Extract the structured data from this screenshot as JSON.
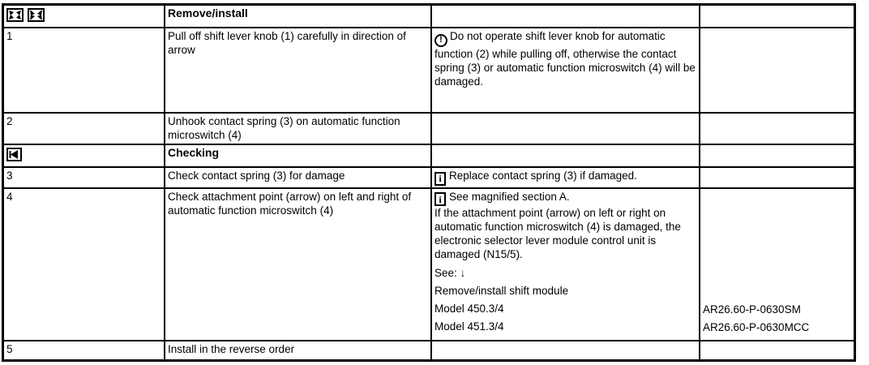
{
  "table": {
    "rows": [
      {
        "type": "section",
        "title": "Remove/install",
        "icons": [
          "remove-icon",
          "install-icon"
        ]
      },
      {
        "type": "step",
        "step": "1",
        "instruction": "Pull off shift lever knob (1) carefully in direction of arrow",
        "note_icon": "danger-icon",
        "note": "Do not operate shift lever knob for automatic function (2) while pulling off, otherwise the contact spring (3) or automatic function microswitch (4) will be damaged.",
        "ref": ""
      },
      {
        "type": "step",
        "step": "2",
        "instruction": "Unhook contact spring (3) on automatic function microswitch (4)",
        "note": "",
        "ref": ""
      },
      {
        "type": "section",
        "title": "Checking",
        "icons": [
          "checking-icon"
        ]
      },
      {
        "type": "step",
        "step": "3",
        "instruction": "Check contact spring (3) for damage",
        "note_icon": "info-icon",
        "note": "Replace contact spring (3) if damaged.",
        "ref": ""
      },
      {
        "type": "step",
        "step": "4",
        "instruction": "Check attachment point (arrow) on left and right of automatic function microswitch (4)",
        "note_icon": "info-icon",
        "note_intro": "See magnified section A.",
        "note_body": "If the attachment point (arrow) on left or right on automatic function microswitch (4) is damaged, the electronic selector lever module control unit is damaged (N15/5).",
        "see_label": "See:",
        "see_arrow": "↓",
        "link_title": "Remove/install shift module",
        "models": [
          {
            "label": "Model 450.3/4",
            "ref": "AR26.60-P-0630SM"
          },
          {
            "label": "Model 451.3/4",
            "ref": "AR26.60-P-0630MCC"
          }
        ]
      },
      {
        "type": "step",
        "step": "5",
        "instruction": "Install in the reverse order",
        "note": "",
        "ref": ""
      }
    ]
  },
  "icons": {
    "danger_glyph": "!",
    "info_glyph": "i"
  },
  "colors": {
    "border": "#000000",
    "background": "#ffffff",
    "text": "#000000"
  }
}
